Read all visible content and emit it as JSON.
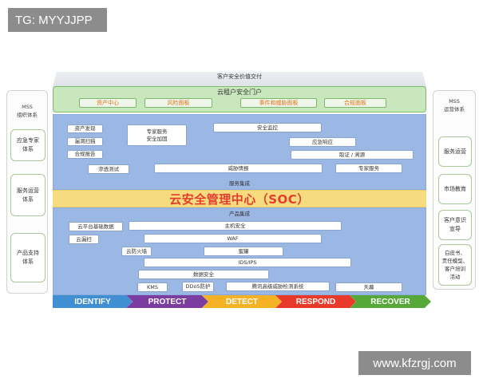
{
  "watermarks": {
    "top_left": "TG: MYYJJPP",
    "bottom_right": "www.kfzrgj.com"
  },
  "left_side": {
    "title": "MSS\n组织体系",
    "items": [
      "应急专家\n体系",
      "服务运营\n体系",
      "产品支持\n体系"
    ]
  },
  "right_side": {
    "title": "MSS\n运营体系",
    "items": [
      "服务运营",
      "市场教育",
      "客户意识\n宣导",
      "白皮书、\n责任模型、\n客户培训\n活动"
    ]
  },
  "top_band": {
    "label": "客户安全价值交付"
  },
  "portal": {
    "title": "云租户安全门户",
    "items": [
      "资产中心",
      "风险面板",
      "事件和威胁面板",
      "合规面板"
    ]
  },
  "service_panel": {
    "left_items": [
      "资产发现",
      "漏洞扫描",
      "合规报告"
    ],
    "expert": "专家服务\n安全加固",
    "security_monitor": "安全监控",
    "emergency": "应急响应",
    "forensics": "取证 / 溯源",
    "pentest": "渗透测试",
    "threat_intel": "威胁情报",
    "expert_service": "专家服务",
    "footer": "服务集成"
  },
  "soc": {
    "label": "云安全管理中心（SOC）"
  },
  "product_panel": {
    "header": "产品集成",
    "cloud_base_data": "云平台基础数据",
    "host_security": "主机安全",
    "cloud_leak": "云漏扫",
    "waf": "WAF",
    "cloud_firewall": "云防火墙",
    "sandbox": "蜜罐",
    "ids_ips": "IDS/IPS",
    "data_security": "数据安全",
    "kms": "KMS",
    "ddos": "DDoS防护",
    "tencent_threat": "腾讯高级威胁检测系统",
    "tianmu": "天幕"
  },
  "phases": [
    {
      "label": "IDENTIFY",
      "color": "#3f8fd2"
    },
    {
      "label": "PROTECT",
      "color": "#7b3ea0"
    },
    {
      "label": "DETECT",
      "color": "#f5b225"
    },
    {
      "label": "RESPOND",
      "color": "#e8392b"
    },
    {
      "label": "RECOVER",
      "color": "#56a838"
    }
  ]
}
